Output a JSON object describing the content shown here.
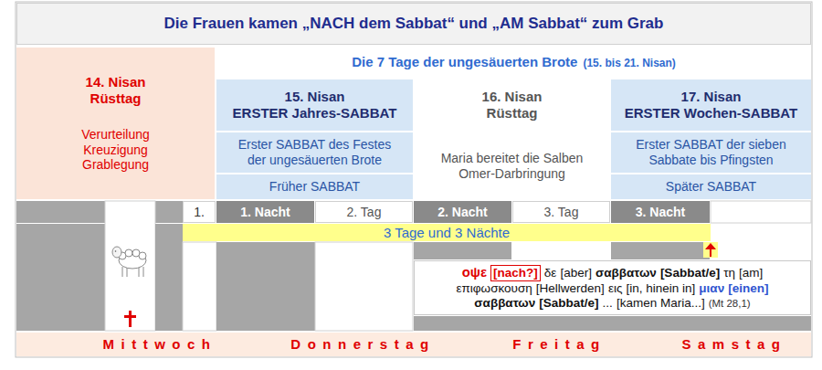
{
  "diagram": {
    "title": "Die Frauen kamen „NACH dem Sabbat“ und „AM Sabbat“ zum Grab",
    "nodes": [
      {
        "text": [
          "Die 7 Tage der ungesäuerten Brote",
          "(15. bis 21. Nisan)"
        ]
      },
      {
        "text": [
          "14. Nisan",
          "Rüsttag",
          "Verurteilung Kreuzigung Grablegung"
        ]
      },
      {
        "text": [
          "15. Nisan",
          "ERSTER Jahres-SABBAT"
        ]
      },
      {
        "text": [
          "Erster SABBAT des Festes der ungesäuerten Brote"
        ]
      },
      {
        "text": [
          "Früher SABBAT"
        ]
      },
      {
        "text": [
          "16. Nisan",
          "Rüsttag"
        ]
      },
      {
        "text": [
          "Maria bereitet die Salben",
          "Omer-Darbringung"
        ]
      },
      {
        "text": [
          "17. Nisan",
          "ERSTER Wochen-SABBAT"
        ]
      },
      {
        "text": [
          "Erster SABBAT der sieben Sabbate bis Pfingsten"
        ]
      },
      {
        "text": [
          "Später SABBAT"
        ]
      },
      {
        "text": [
          "1."
        ]
      },
      {
        "text": [
          "1. Nacht"
        ]
      },
      {
        "text": [
          "2. Tag"
        ]
      },
      {
        "text": [
          "2. Nacht"
        ]
      },
      {
        "text": [
          "3. Tag"
        ]
      },
      {
        "text": [
          "3. Nacht"
        ]
      },
      {
        "text": [
          "3 Tage und 3 Nächte"
        ]
      },
      {
        "text": [
          "οψε",
          "[nach?]",
          "δε",
          "[aber]",
          "σαββατων",
          "[Sabbat/e]",
          "τη",
          "[am]",
          "επιφωσκουση",
          "[Hellwerden]",
          "εις",
          "[in, hinein in]",
          "μιαν",
          "[einen]",
          "σαββατων",
          "[Sabbat/e]",
          "...",
          "[kamen Maria...]",
          "(Mt 28,1)"
        ]
      },
      {
        "text": [
          "Mittwoch"
        ]
      },
      {
        "text": [
          "Donnerstag"
        ]
      },
      {
        "text": [
          "Freitag"
        ]
      },
      {
        "text": [
          "Samstag"
        ]
      }
    ]
  }
}
